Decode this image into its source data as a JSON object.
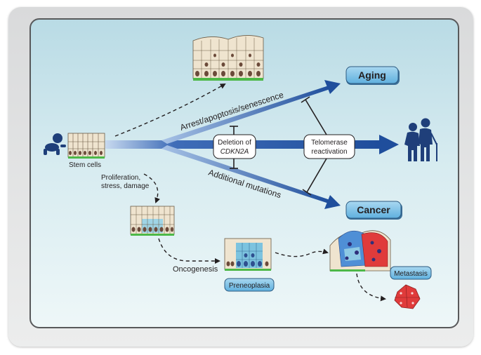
{
  "labels": {
    "aging": "Aging",
    "cancer": "Cancer",
    "stem_cells": "Stem cells",
    "deletion_line1": "Deletion of",
    "deletion_line2": "CDKN2A",
    "telomerase_line1": "Telomerase",
    "telomerase_line2": "reactivation",
    "arrest": "Arrest/apoptosis/senescence",
    "additional_mutations": "Additional mutations",
    "proliferation_line1": "Proliferation,",
    "proliferation_line2": "stress, damage",
    "oncogenesis": "Oncogenesis",
    "preneoplasia": "Preneoplasia",
    "metastasis": "Metastasis"
  },
  "colors": {
    "arrow_dark": "#1f4e9c",
    "arrow_light": "#9ab7e0",
    "pill_fill": "#7fc2e6",
    "tissue_tan": "#efe4cf",
    "basement": "#4db848",
    "nucleus": "#6b4a3a",
    "cancer_red": "#e03b3b",
    "cancer_blue": "#3a78c9"
  },
  "icons": {
    "baby": "baby-icon",
    "elderly": "elderly-couple-icon"
  }
}
